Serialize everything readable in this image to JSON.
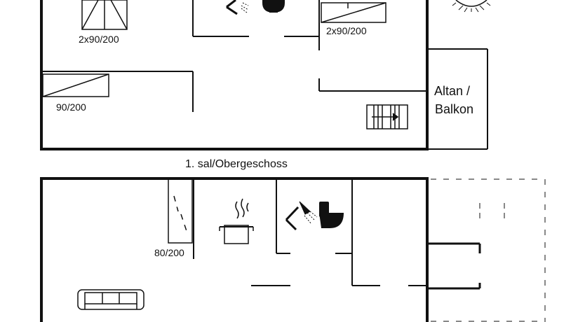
{
  "floors": {
    "upper": {
      "caption": "1. sal/Obergeschoss",
      "beds": [
        "2x90/200",
        "2x90/200",
        "90/200"
      ],
      "balcony_label_line1": "Altan /",
      "balcony_label_line2": "Balkon"
    },
    "ground": {
      "beds": [
        "80/200"
      ]
    }
  },
  "icons": [
    "bed-icon",
    "shower-icon",
    "toilet-icon",
    "stairs-icon",
    "stove-pot-icon",
    "sofa-icon",
    "sun-icon"
  ]
}
